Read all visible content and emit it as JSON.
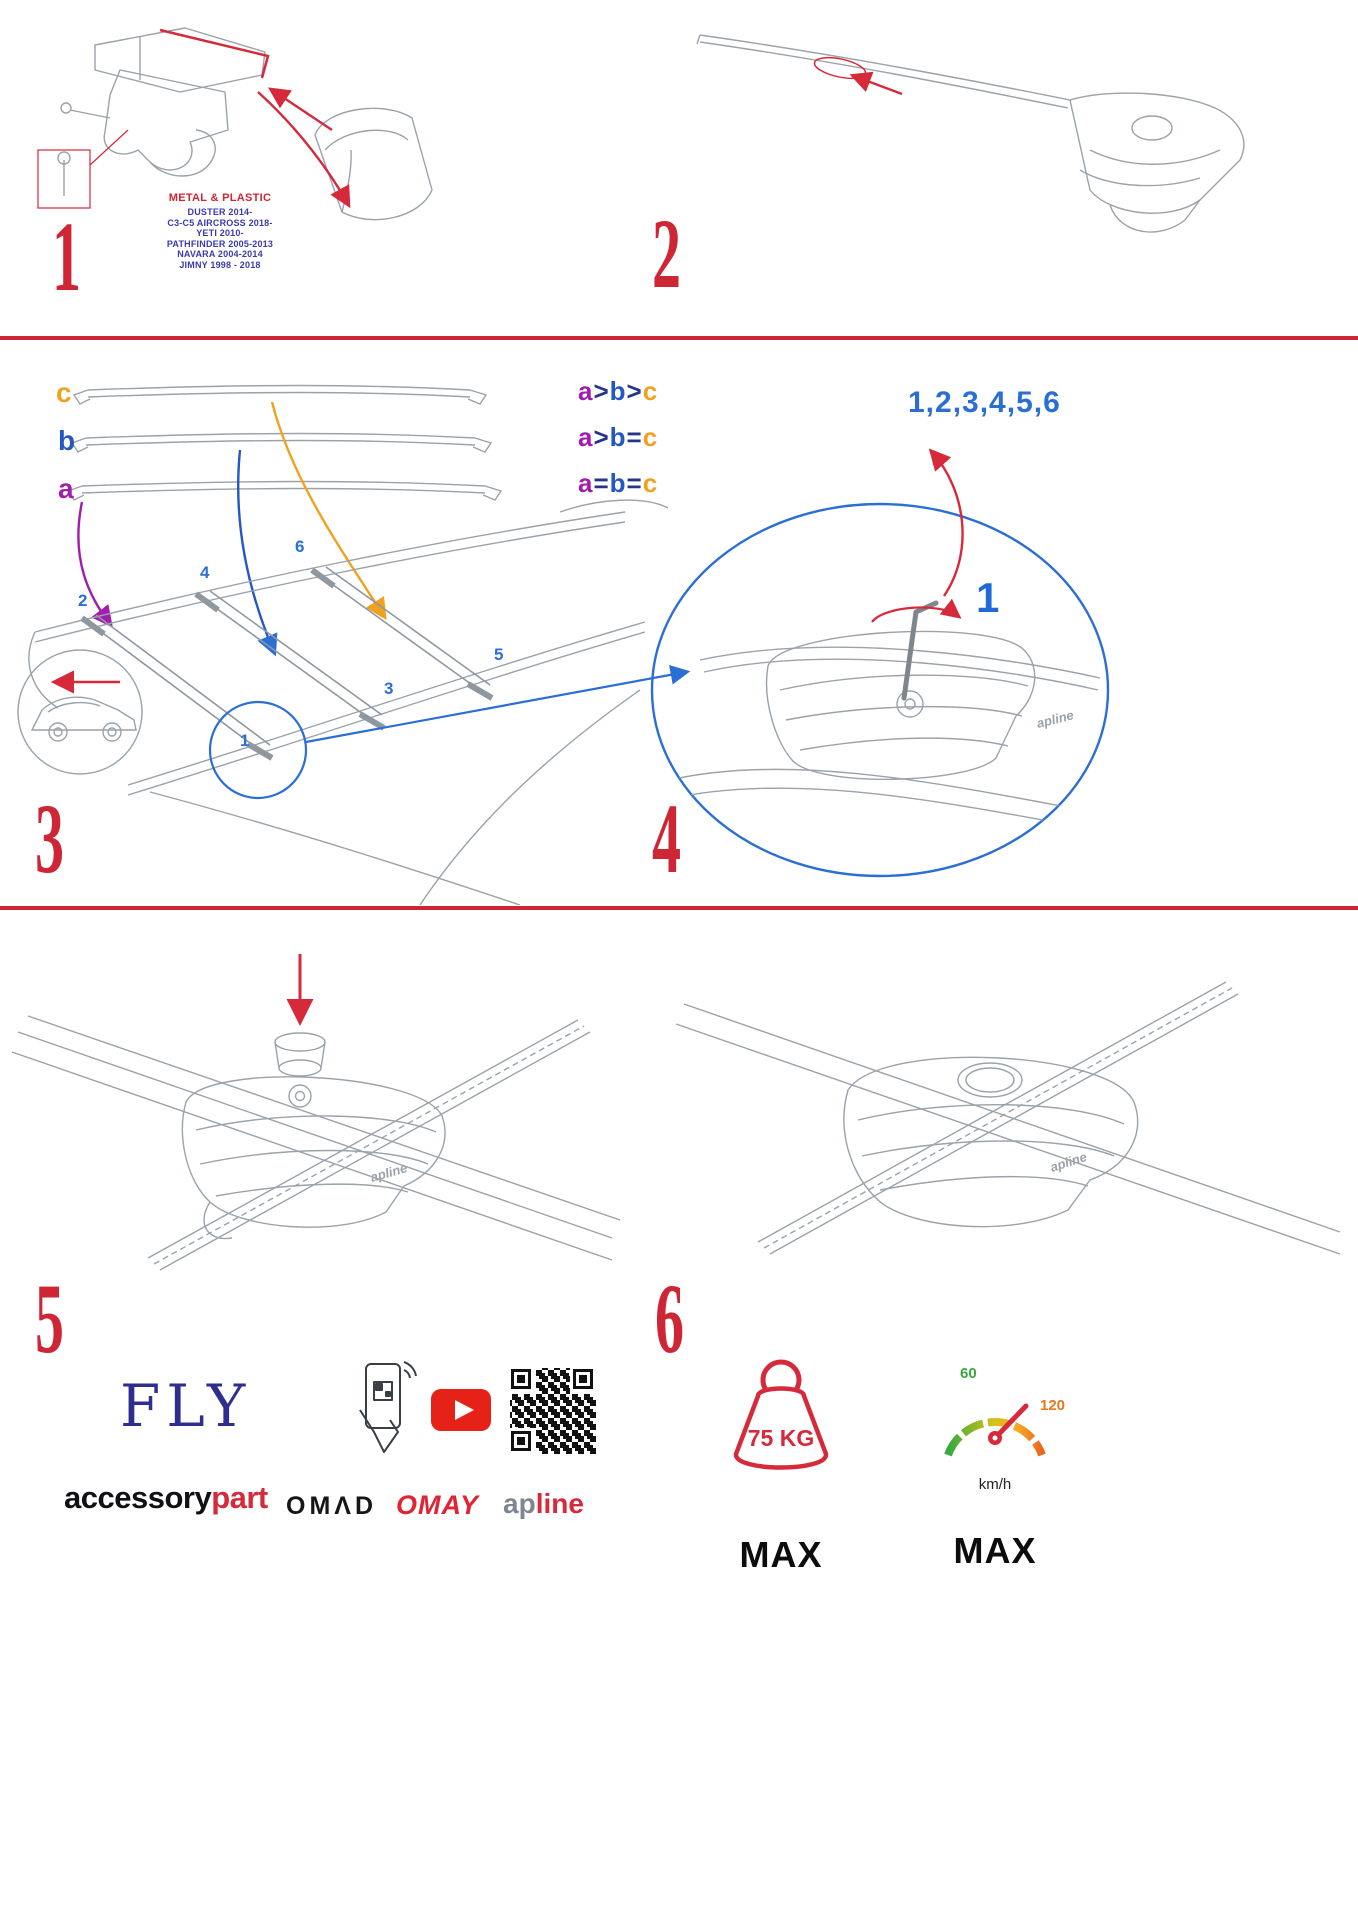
{
  "colors": {
    "accent_red": "#cf2636",
    "accent_blue": "#2b6fd4",
    "purple": "#a21caf",
    "orange": "#f0a11e",
    "vehicle_list_navy": "#3a3aad"
  },
  "steps": {
    "s1": {
      "numeral": "1",
      "material_note": "METAL & PLASTIC",
      "vehicles": [
        "DUSTER 2014-",
        "C3-C5 AIRCROSS 2018-",
        "YETI 2010-",
        "PATHFINDER 2005-2013",
        "NAVARA 2004-2014",
        "JIMNY 1998 - 2018"
      ]
    },
    "s2": {
      "numeral": "2"
    },
    "s3": {
      "numeral": "3",
      "bar_labels": [
        "c",
        "b",
        "a"
      ],
      "formulas": [
        {
          "a": "a",
          "op1": ">",
          "b": "b",
          "op2": ">",
          "c": "c"
        },
        {
          "a": "a",
          "op1": ">",
          "b": "b",
          "op2": "=",
          "c": "c"
        },
        {
          "a": "a",
          "op1": "=",
          "b": "b",
          "op2": "=",
          "c": "c"
        }
      ],
      "positions": {
        "n1": "1",
        "n2": "2",
        "n3": "3",
        "n4": "4",
        "n5": "5",
        "n6": "6"
      }
    },
    "s4": {
      "numeral": "4",
      "sequence": "1,2,3,4,5,6",
      "callout": "1"
    },
    "s5": {
      "numeral": "5"
    },
    "s6": {
      "numeral": "6"
    }
  },
  "product": {
    "foot_logo": "apline"
  },
  "footer": {
    "model": "FLY",
    "brand_accessory": "accessory",
    "brand_part": "part",
    "brand_omad": "OMΛD",
    "brand_omay": "OMAY",
    "brand_ap": "ap",
    "brand_line": "line",
    "weight_value": "75 KG",
    "weight_max": "MAX",
    "speed_60": "60",
    "speed_120": "120",
    "speed_unit": "km/h",
    "speed_max": "MAX"
  }
}
